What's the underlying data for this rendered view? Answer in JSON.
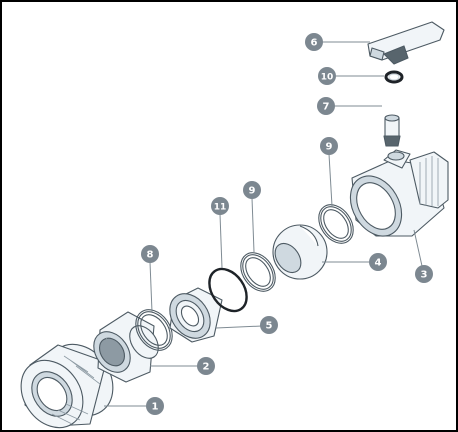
{
  "diagram": {
    "frame_color": "#000000",
    "badge_color": "#7c8790",
    "callouts": [
      {
        "id": "callout-1",
        "number": "1"
      },
      {
        "id": "callout-2",
        "number": "2"
      },
      {
        "id": "callout-3",
        "number": "3"
      },
      {
        "id": "callout-4",
        "number": "4"
      },
      {
        "id": "callout-5",
        "number": "5"
      },
      {
        "id": "callout-6",
        "number": "6"
      },
      {
        "id": "callout-7",
        "number": "7"
      },
      {
        "id": "callout-8",
        "number": "8"
      },
      {
        "id": "callout-9a",
        "number": "9"
      },
      {
        "id": "callout-9b",
        "number": "9"
      },
      {
        "id": "callout-10",
        "number": "10"
      },
      {
        "id": "callout-11",
        "number": "11"
      }
    ]
  }
}
